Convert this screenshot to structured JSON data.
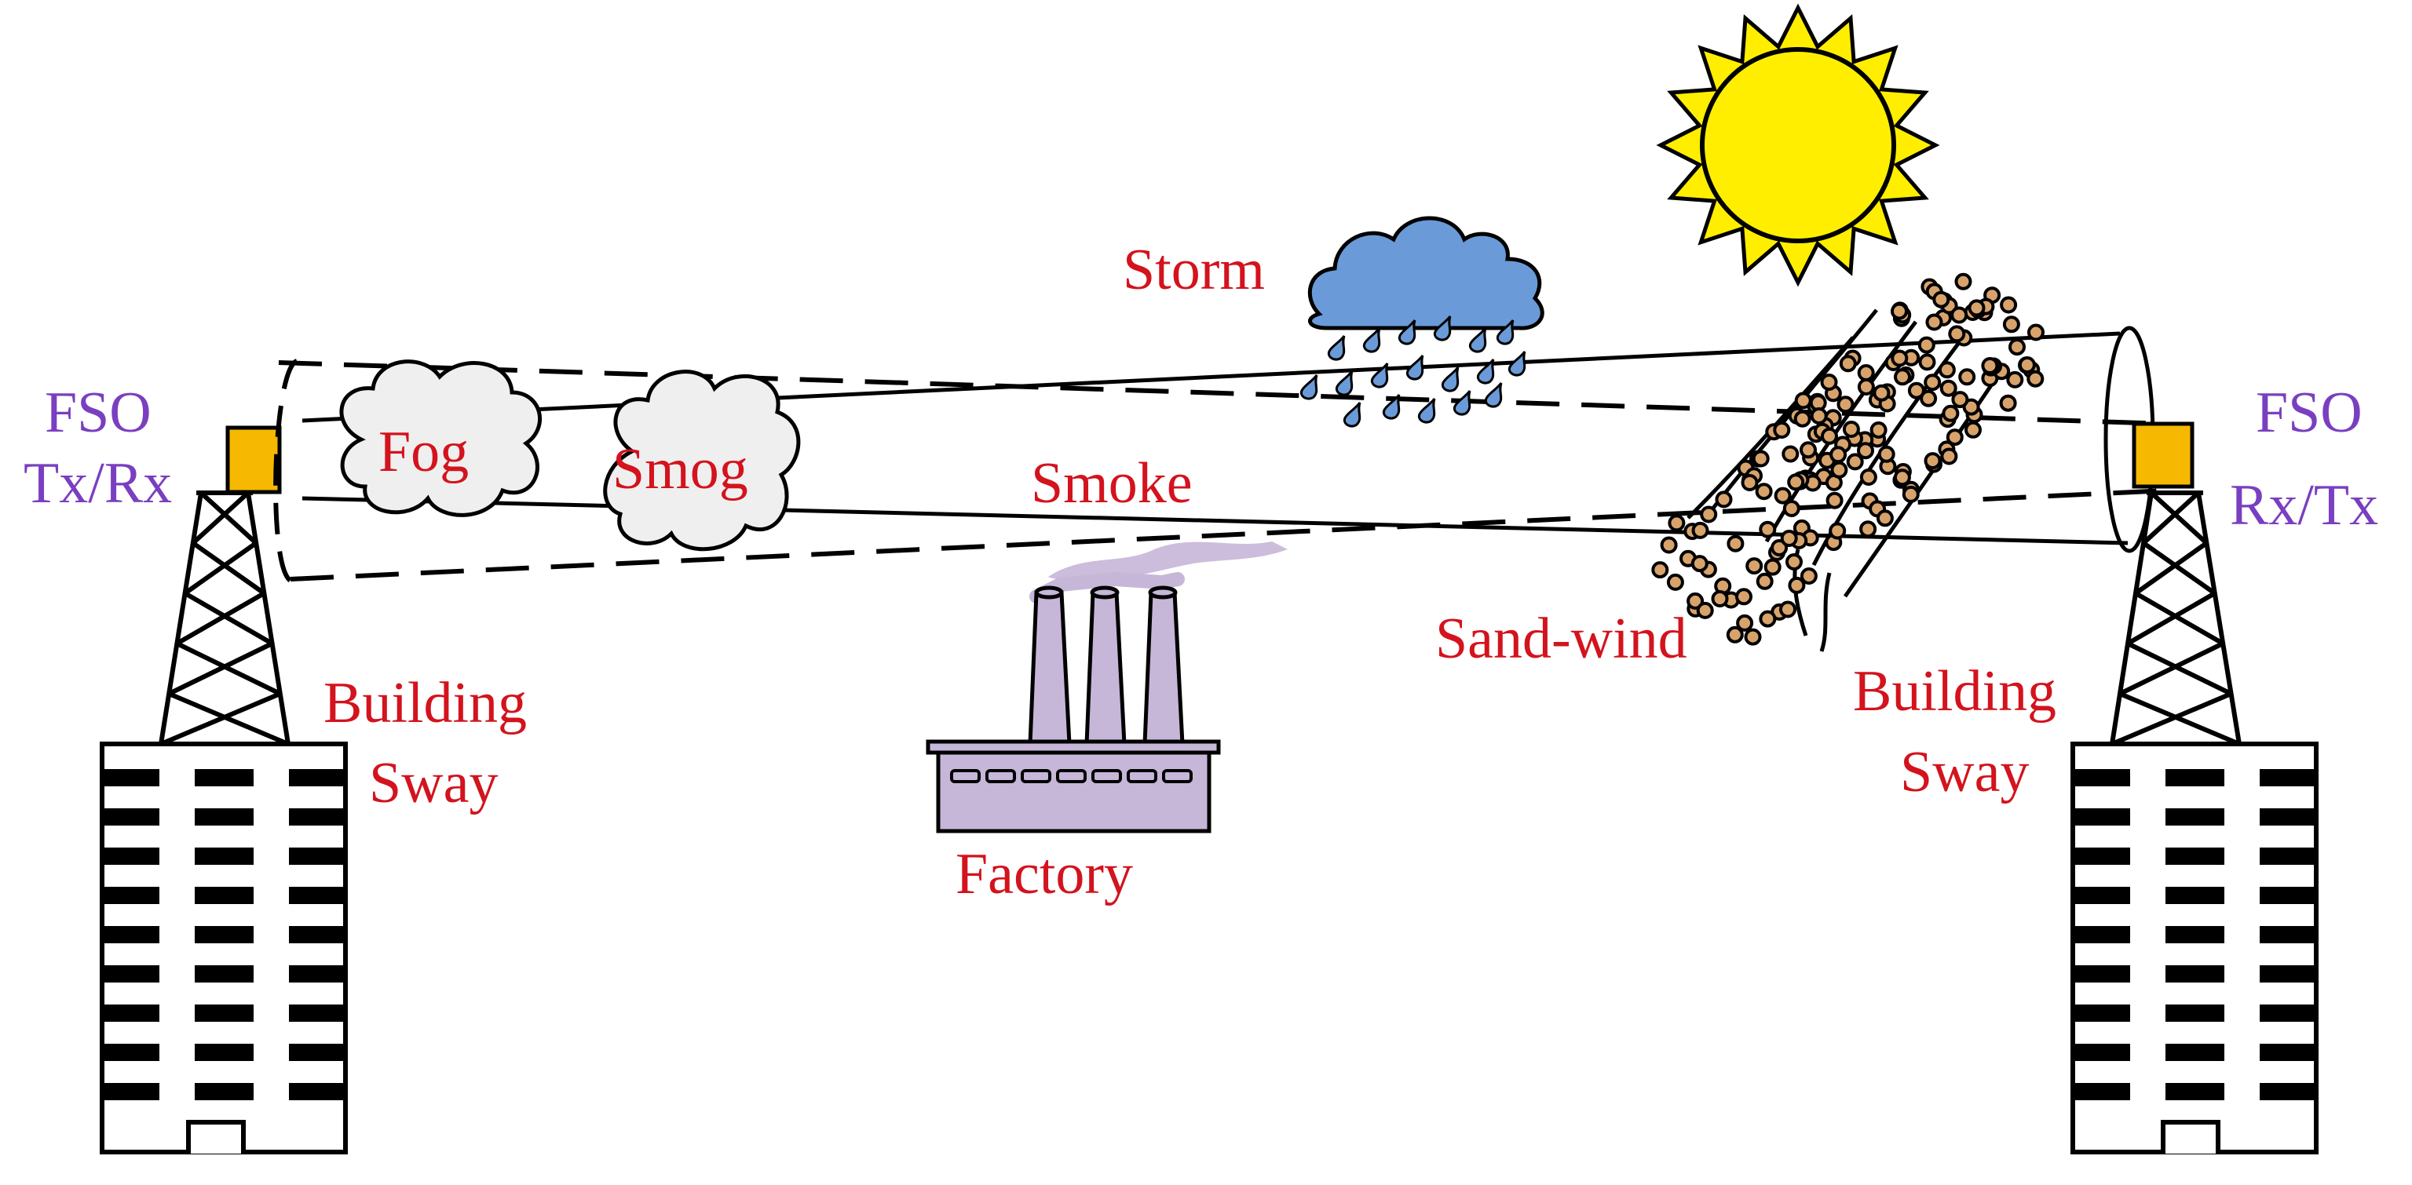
{
  "left_terminal": {
    "line1": "FSO",
    "line2": "Tx/Rx"
  },
  "right_terminal": {
    "line1": "FSO",
    "line2": "Rx/Tx"
  },
  "labels": {
    "fog": "Fog",
    "smog": "Smog",
    "smoke": "Smoke",
    "storm": "Storm",
    "factory": "Factory",
    "sand_wind": "Sand-wind",
    "left_sway_line1": "Building",
    "left_sway_line2": "Sway",
    "right_sway_line1": "Building",
    "right_sway_line2": "Sway"
  },
  "colors": {
    "label_red": "#d3131d",
    "terminal_purple": "#7a3fc0",
    "transceiver": "#f6b800",
    "sun": "#ffee00",
    "cloud_storm": "#6a9bd8",
    "factory": "#c6b6d8",
    "fog_cloud": "#efefef"
  },
  "icons": [
    "transceiver-icon",
    "tower-icon",
    "building-icon",
    "sun-icon",
    "storm-cloud-icon",
    "rain-drop-icon",
    "factory-icon",
    "smoke-icon",
    "fog-cloud-icon",
    "smog-cloud-icon",
    "sand-particles-icon"
  ]
}
